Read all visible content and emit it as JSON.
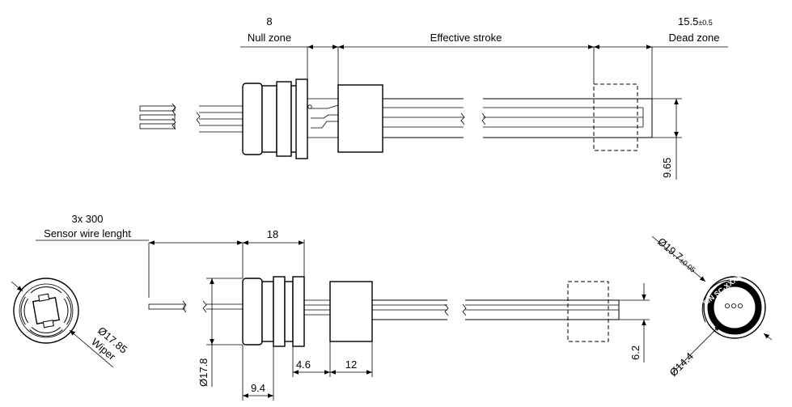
{
  "top_view": {
    "null_zone_value": "8",
    "null_zone_label": "Null zone",
    "effective_stroke_label": "Effective stroke",
    "dead_zone_value": "15.5",
    "dead_zone_tolerance": "±0.5",
    "dead_zone_label": "Dead zone",
    "height_dim": "9.65"
  },
  "side_view": {
    "wire_count_length": "3x 300",
    "wire_label": "Sensor wire lenght",
    "body_length_dim": "18",
    "diameter_dim": "Ø17.8",
    "collar_dim": "4.6",
    "wiper_length_dim": "12",
    "first_section_dim": "9.4",
    "rod_height_dim": "6.2"
  },
  "left_end_view": {
    "diameter_dim": "Ø17.85",
    "wiper_label": "Wiper"
  },
  "right_end_view": {
    "outer_diameter_dim": "Ø19.7",
    "outer_diameter_tolerance": "±0.05",
    "inner_diameter_dim": "Ø14.4",
    "serial_label": "S/N SC-XXXXXX PEGAL"
  }
}
